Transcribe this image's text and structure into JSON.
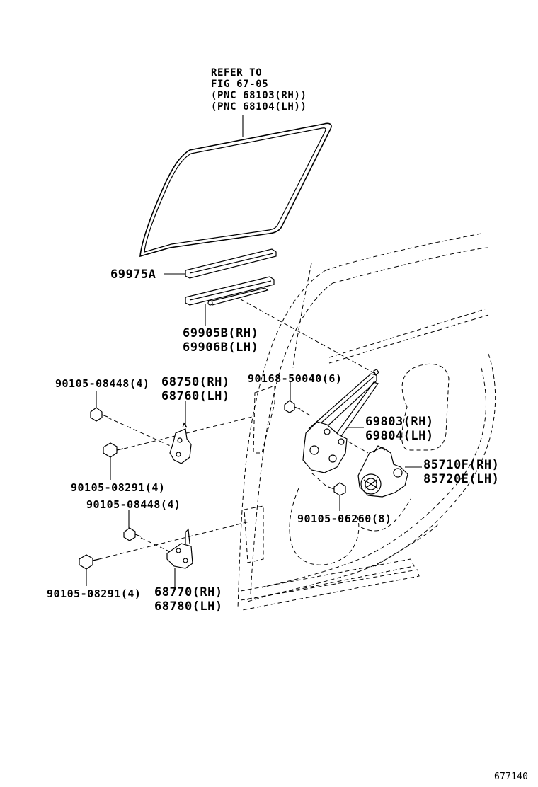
{
  "labels": {
    "refer_line1": "REFER TO",
    "refer_line2": "FIG 67-05",
    "refer_line3": "(PNC 68103(RH))",
    "refer_line4": "(PNC 68104(LH))",
    "p69975a": "69975A",
    "p69905b": "69905B(RH)",
    "p69906b": "69906B(LH)",
    "p90105_08448_top": "90105-08448(4)",
    "p68750": "68750(RH)",
    "p68760": "68760(LH)",
    "p90168_50040": "90168-50040(6)",
    "p69803": "69803(RH)",
    "p69804": "69804(LH)",
    "p85710f": "85710F(RH)",
    "p85720e": "85720E(LH)",
    "p90105_08291_top": "90105-08291(4)",
    "p90105_08448_bot": "90105-08448(4)",
    "p90105_06260": "90105-06260(8)",
    "p90105_08291_bot": "90105-08291(4)",
    "p68770": "68770(RH)",
    "p68780": "68780(LH)",
    "figure_number": "677140"
  }
}
